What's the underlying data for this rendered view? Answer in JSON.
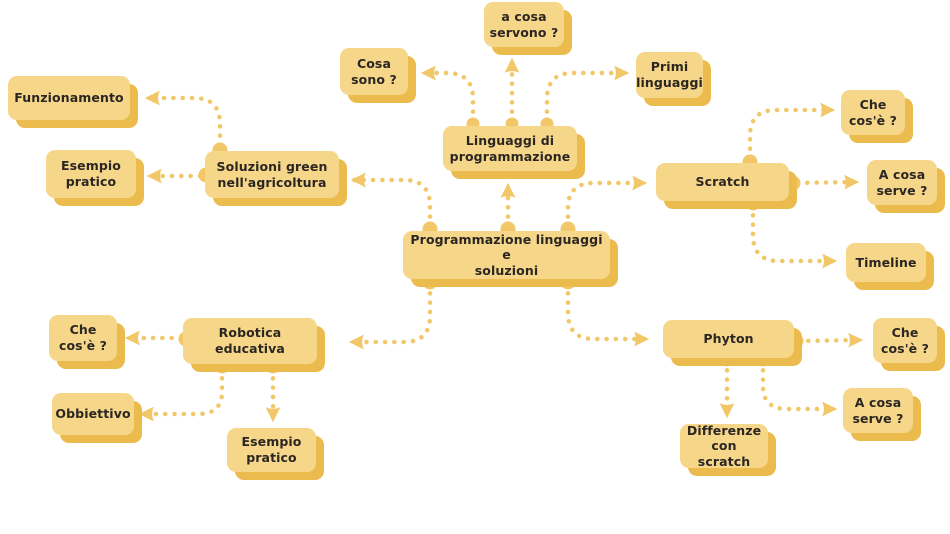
{
  "diagram": {
    "type": "mind-map",
    "language": "it",
    "root_label": "Programmazione linguaggi e soluzioni",
    "colors": {
      "node_fill": "#F6D78A",
      "node_shadow": "#ECBB4E",
      "connector": "#F1C768",
      "text": "#2B2622",
      "background": "#FFFFFF"
    }
  },
  "nodes": {
    "center": {
      "label": "Programmazione linguaggi e\nsoluzioni"
    },
    "linguaggi": {
      "label": "Linguaggi di\nprogrammazione"
    },
    "cosa_sono": {
      "label": "Cosa\nsono ?"
    },
    "a_cosa_servono": {
      "label": "a cosa\nservono ?"
    },
    "primi_linguaggi": {
      "label": "Primi\nlinguaggi"
    },
    "soluzioni_green": {
      "label": "Soluzioni green\nnell'agricoltura"
    },
    "funzionamento": {
      "label": "Funzionamento"
    },
    "esempio_pratico_green": {
      "label": "Esempio\npratico"
    },
    "scratch": {
      "label": "Scratch"
    },
    "scratch_che_cose": {
      "label": "Che\ncos'è ?"
    },
    "scratch_a_cosa_serve": {
      "label": "A cosa\nserve ?"
    },
    "scratch_timeline": {
      "label": "Timeline"
    },
    "robotica": {
      "label": "Robotica\neducativa"
    },
    "robotica_che_cose": {
      "label": "Che\ncos'è ?"
    },
    "robotica_obbiettivo": {
      "label": "Obbiettivo"
    },
    "robotica_esempio_pratico": {
      "label": "Esempio\npratico"
    },
    "phyton": {
      "label": "Phyton"
    },
    "phyton_che_cose": {
      "label": "Che\ncos'è ?"
    },
    "phyton_a_cosa_serve": {
      "label": "A cosa\nserve ?"
    },
    "phyton_differenze": {
      "label": "Differenze\ncon scratch"
    }
  },
  "edges": [
    {
      "from": "center",
      "to": "linguaggi"
    },
    {
      "from": "center",
      "to": "soluzioni_green"
    },
    {
      "from": "center",
      "to": "scratch"
    },
    {
      "from": "center",
      "to": "robotica"
    },
    {
      "from": "center",
      "to": "phyton"
    },
    {
      "from": "linguaggi",
      "to": "cosa_sono"
    },
    {
      "from": "linguaggi",
      "to": "a_cosa_servono"
    },
    {
      "from": "linguaggi",
      "to": "primi_linguaggi"
    },
    {
      "from": "soluzioni_green",
      "to": "funzionamento"
    },
    {
      "from": "soluzioni_green",
      "to": "esempio_pratico_green"
    },
    {
      "from": "scratch",
      "to": "scratch_che_cose"
    },
    {
      "from": "scratch",
      "to": "scratch_a_cosa_serve"
    },
    {
      "from": "scratch",
      "to": "scratch_timeline"
    },
    {
      "from": "robotica",
      "to": "robotica_che_cose"
    },
    {
      "from": "robotica",
      "to": "robotica_obbiettivo"
    },
    {
      "from": "robotica",
      "to": "robotica_esempio_pratico"
    },
    {
      "from": "phyton",
      "to": "phyton_che_cose"
    },
    {
      "from": "phyton",
      "to": "phyton_a_cosa_serve"
    },
    {
      "from": "phyton",
      "to": "phyton_differenze"
    }
  ]
}
